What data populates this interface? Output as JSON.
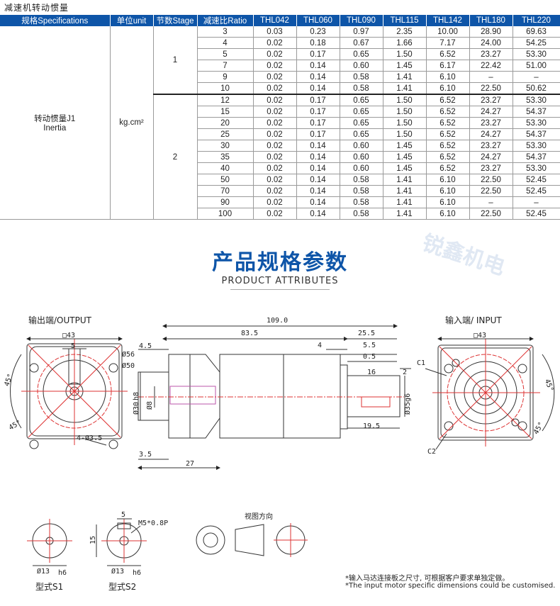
{
  "caption": "减速机转动惯量",
  "table": {
    "headers": [
      "规格Specifications",
      "单位unit",
      "节数Stage",
      "减速比Ratio",
      "THL042",
      "THL060",
      "THL090",
      "THL115",
      "THL142",
      "THL180",
      "THL220"
    ],
    "spec_label_cn": "转动惯量J1",
    "spec_label_en": "Inertia",
    "unit": "kg.cm²",
    "stages": [
      {
        "stage": "1",
        "rows": [
          [
            "3",
            "0.03",
            "0.23",
            "0.97",
            "2.35",
            "10.00",
            "28.90",
            "69.63"
          ],
          [
            "4",
            "0.02",
            "0.18",
            "0.67",
            "1.66",
            "7.17",
            "24.00",
            "54.25"
          ],
          [
            "5",
            "0.02",
            "0.17",
            "0.65",
            "1.50",
            "6.52",
            "23.27",
            "53.30"
          ],
          [
            "7",
            "0.02",
            "0.14",
            "0.60",
            "1.45",
            "6.17",
            "22.42",
            "51.00"
          ],
          [
            "9",
            "0.02",
            "0.14",
            "0.58",
            "1.41",
            "6.10",
            "–",
            "–"
          ],
          [
            "10",
            "0.02",
            "0.14",
            "0.58",
            "1.41",
            "6.10",
            "22.50",
            "50.62"
          ]
        ]
      },
      {
        "stage": "2",
        "rows": [
          [
            "12",
            "0.02",
            "0.17",
            "0.65",
            "1.50",
            "6.52",
            "23.27",
            "53.30"
          ],
          [
            "15",
            "0.02",
            "0.17",
            "0.65",
            "1.50",
            "6.52",
            "24.27",
            "54.37"
          ],
          [
            "20",
            "0.02",
            "0.17",
            "0.65",
            "1.50",
            "6.52",
            "23.27",
            "53.30"
          ],
          [
            "25",
            "0.02",
            "0.17",
            "0.65",
            "1.50",
            "6.52",
            "24.27",
            "54.37"
          ],
          [
            "30",
            "0.02",
            "0.14",
            "0.60",
            "1.45",
            "6.52",
            "23.27",
            "53.30"
          ],
          [
            "35",
            "0.02",
            "0.14",
            "0.60",
            "1.45",
            "6.52",
            "24.27",
            "54.37"
          ],
          [
            "40",
            "0.02",
            "0.14",
            "0.60",
            "1.45",
            "6.52",
            "23.27",
            "53.30"
          ],
          [
            "50",
            "0.02",
            "0.14",
            "0.58",
            "1.41",
            "6.10",
            "22.50",
            "52.45"
          ],
          [
            "70",
            "0.02",
            "0.14",
            "0.58",
            "1.41",
            "6.10",
            "22.50",
            "52.45"
          ],
          [
            "90",
            "0.02",
            "0.14",
            "0.58",
            "1.41",
            "6.10",
            "–",
            "–"
          ],
          [
            "100",
            "0.02",
            "0.14",
            "0.58",
            "1.41",
            "6.10",
            "22.50",
            "52.45"
          ]
        ]
      }
    ]
  },
  "section": {
    "title_cn": "产品规格参数",
    "title_en": "PRODUCT ATTRIBUTES"
  },
  "watermark": "锐鑫机电",
  "drawing": {
    "output_label": "输出端/OUTPUT",
    "input_label": "输入端/ INPUT",
    "out_sq": "□43",
    "in_sq": "□43",
    "d_109": "109.0",
    "d_835": "83.5",
    "d_255": "25.5",
    "d_4": "4",
    "d_55": "5.5",
    "d_05": "0.5",
    "d_45": "4.5",
    "d_16": "16",
    "d_2": "2",
    "d_195": "19.5",
    "d_35": "3.5",
    "d_27": "27",
    "d_5": "5",
    "d_56": "Ø56",
    "d_50": "Ø50",
    "d_30": "Ø30",
    "d_30_tol": "h8",
    "d_8": "Ø8",
    "d_35g6": "Ø35g6",
    "holes": "4-Ø3.5",
    "ang45": "45°",
    "c1": "C1",
    "c2": "C2",
    "s1_dia": "Ø13",
    "s1_tol": "h6",
    "s2_dia": "Ø13",
    "s2_tol": "h6",
    "s2_5": "5",
    "s2_15": "15",
    "s2_m5": "M5*0.8P",
    "view_dir": "视图方向",
    "s1_label": "型式S1",
    "s2_label": "型式S2"
  },
  "notes": {
    "cn": "*输入马达连接板之尺寸, 可根据客户要求单独定做。",
    "en": "*The input motor specific dimensions could be customised."
  }
}
